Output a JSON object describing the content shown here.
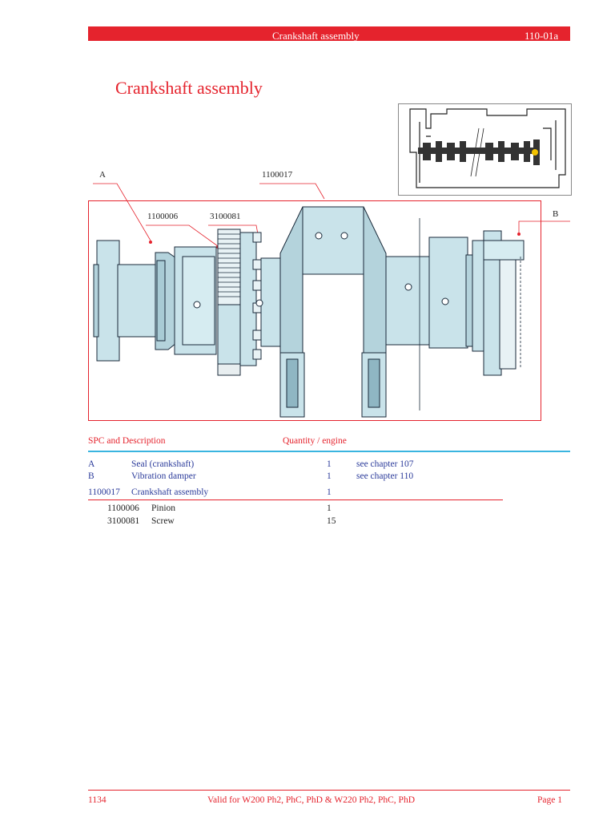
{
  "header": {
    "title": "Crankshaft assembly",
    "code": "110-01a"
  },
  "page_title": "Crankshaft assembly",
  "diagram": {
    "callouts": {
      "a": "A",
      "b": "B",
      "assembly": "1100017",
      "pinion": "1100006",
      "screw": "3100081"
    }
  },
  "parts_table": {
    "headers": {
      "spc_description": "SPC and Description",
      "quantity": "Quantity / engine"
    },
    "rows": [
      {
        "spc": "A",
        "description": "Seal (crankshaft)",
        "quantity": "1",
        "note": "see chapter 107"
      },
      {
        "spc": "B",
        "description": "Vibration damper",
        "quantity": "1",
        "note": "see chapter 110"
      },
      {
        "spc": "1100017",
        "description": "Crankshaft assembly",
        "quantity": "1",
        "note": ""
      },
      {
        "spc": "1100006",
        "description": "Pinion",
        "quantity": "1",
        "note": ""
      },
      {
        "spc": "3100081",
        "description": "Screw",
        "quantity": "15",
        "note": ""
      }
    ]
  },
  "footer": {
    "doc_number": "1134",
    "validity": "Valid for W200 Ph2, PhC, PhD & W220 Ph2, PhC, PhD",
    "page": "Page 1"
  },
  "colors": {
    "brand_red": "#e5232d",
    "rule_blue": "#3ab5e0",
    "part_blue": "#c9e3ea",
    "text_blue": "#2a3a9a"
  }
}
